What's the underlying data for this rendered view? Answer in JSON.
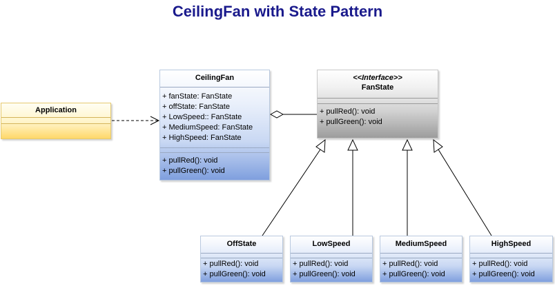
{
  "title": "CeilingFan with State Pattern",
  "application": {
    "name": "Application"
  },
  "ceiling_fan": {
    "name": "CeilingFan",
    "attributes": [
      "+ fanState: FanState",
      "+ offState: FanState",
      "+ LowSpeed:: FanState",
      "+ MediumSpeed: FanState",
      "+ HighSpeed: FanState"
    ],
    "operations": [
      "+ pullRed(): void",
      "+ pullGreen(): void"
    ]
  },
  "fan_state": {
    "stereotype": "<<Interface>>",
    "name": "FanState",
    "operations": [
      "+ pullRed(): void",
      "+ pullGreen(): void"
    ]
  },
  "states": [
    {
      "name": "OffState",
      "operations": [
        "+ pullRed(): void",
        "+ pullGreen(): void"
      ]
    },
    {
      "name": "LowSpeed",
      "operations": [
        "+ pullRed(): void",
        "+ pullGreen(): void"
      ]
    },
    {
      "name": "MediumSpeed",
      "operations": [
        "+ pullRed(): void",
        "+ pullGreen(): void"
      ]
    },
    {
      "name": "HighSpeed",
      "operations": [
        "+ pullRed(): void",
        "+ pullGreen(): void"
      ]
    }
  ]
}
